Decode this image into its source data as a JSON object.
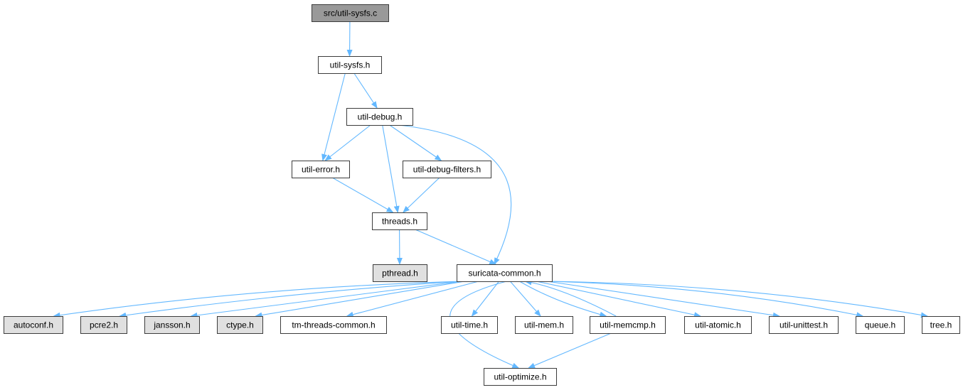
{
  "colors": {
    "edge": "#63b8ff",
    "node_fill": "#ffffff",
    "node_fill_root": "#999999",
    "node_fill_missing": "#e0e0e0",
    "node_border": "#404040"
  },
  "nodes": [
    {
      "id": "src-util-sysfs-c",
      "label": "src/util-sysfs.c",
      "style": "root"
    },
    {
      "id": "util-sysfs-h",
      "label": "util-sysfs.h",
      "style": "normal"
    },
    {
      "id": "util-debug-h",
      "label": "util-debug.h",
      "style": "normal"
    },
    {
      "id": "util-error-h",
      "label": "util-error.h",
      "style": "normal"
    },
    {
      "id": "util-debug-filters-h",
      "label": "util-debug-filters.h",
      "style": "normal"
    },
    {
      "id": "threads-h",
      "label": "threads.h",
      "style": "normal"
    },
    {
      "id": "pthread-h",
      "label": "pthread.h",
      "style": "missing"
    },
    {
      "id": "suricata-common-h",
      "label": "suricata-common.h",
      "style": "normal"
    },
    {
      "id": "autoconf-h",
      "label": "autoconf.h",
      "style": "missing"
    },
    {
      "id": "pcre2-h",
      "label": "pcre2.h",
      "style": "missing"
    },
    {
      "id": "jansson-h",
      "label": "jansson.h",
      "style": "missing"
    },
    {
      "id": "ctype-h",
      "label": "ctype.h",
      "style": "missing"
    },
    {
      "id": "tm-threads-common-h",
      "label": "tm-threads-common.h",
      "style": "normal"
    },
    {
      "id": "util-time-h",
      "label": "util-time.h",
      "style": "normal"
    },
    {
      "id": "util-mem-h",
      "label": "util-mem.h",
      "style": "normal"
    },
    {
      "id": "util-memcmp-h",
      "label": "util-memcmp.h",
      "style": "normal"
    },
    {
      "id": "util-atomic-h",
      "label": "util-atomic.h",
      "style": "normal"
    },
    {
      "id": "util-unittest-h",
      "label": "util-unittest.h",
      "style": "normal"
    },
    {
      "id": "queue-h",
      "label": "queue.h",
      "style": "normal"
    },
    {
      "id": "tree-h",
      "label": "tree.h",
      "style": "normal"
    },
    {
      "id": "util-optimize-h",
      "label": "util-optimize.h",
      "style": "normal"
    }
  ],
  "edges": [
    {
      "from": "src-util-sysfs-c",
      "to": "util-sysfs-h"
    },
    {
      "from": "util-sysfs-h",
      "to": "util-debug-h"
    },
    {
      "from": "util-sysfs-h",
      "to": "util-error-h"
    },
    {
      "from": "util-debug-h",
      "to": "util-error-h"
    },
    {
      "from": "util-debug-h",
      "to": "threads-h"
    },
    {
      "from": "util-debug-h",
      "to": "util-debug-filters-h"
    },
    {
      "from": "util-debug-h",
      "to": "suricata-common-h"
    },
    {
      "from": "util-error-h",
      "to": "threads-h"
    },
    {
      "from": "util-debug-filters-h",
      "to": "threads-h"
    },
    {
      "from": "threads-h",
      "to": "pthread-h"
    },
    {
      "from": "threads-h",
      "to": "suricata-common-h"
    },
    {
      "from": "suricata-common-h",
      "to": "autoconf-h"
    },
    {
      "from": "suricata-common-h",
      "to": "pcre2-h"
    },
    {
      "from": "suricata-common-h",
      "to": "jansson-h"
    },
    {
      "from": "suricata-common-h",
      "to": "ctype-h"
    },
    {
      "from": "suricata-common-h",
      "to": "tm-threads-common-h"
    },
    {
      "from": "suricata-common-h",
      "to": "util-optimize-h"
    },
    {
      "from": "suricata-common-h",
      "to": "util-time-h"
    },
    {
      "from": "suricata-common-h",
      "to": "util-mem-h"
    },
    {
      "from": "suricata-common-h",
      "to": "util-memcmp-h"
    },
    {
      "from": "suricata-common-h",
      "to": "util-atomic-h"
    },
    {
      "from": "suricata-common-h",
      "to": "util-unittest-h"
    },
    {
      "from": "suricata-common-h",
      "to": "queue-h"
    },
    {
      "from": "suricata-common-h",
      "to": "tree-h"
    },
    {
      "from": "util-memcmp-h",
      "to": "suricata-common-h"
    },
    {
      "from": "util-memcmp-h",
      "to": "util-optimize-h"
    }
  ]
}
